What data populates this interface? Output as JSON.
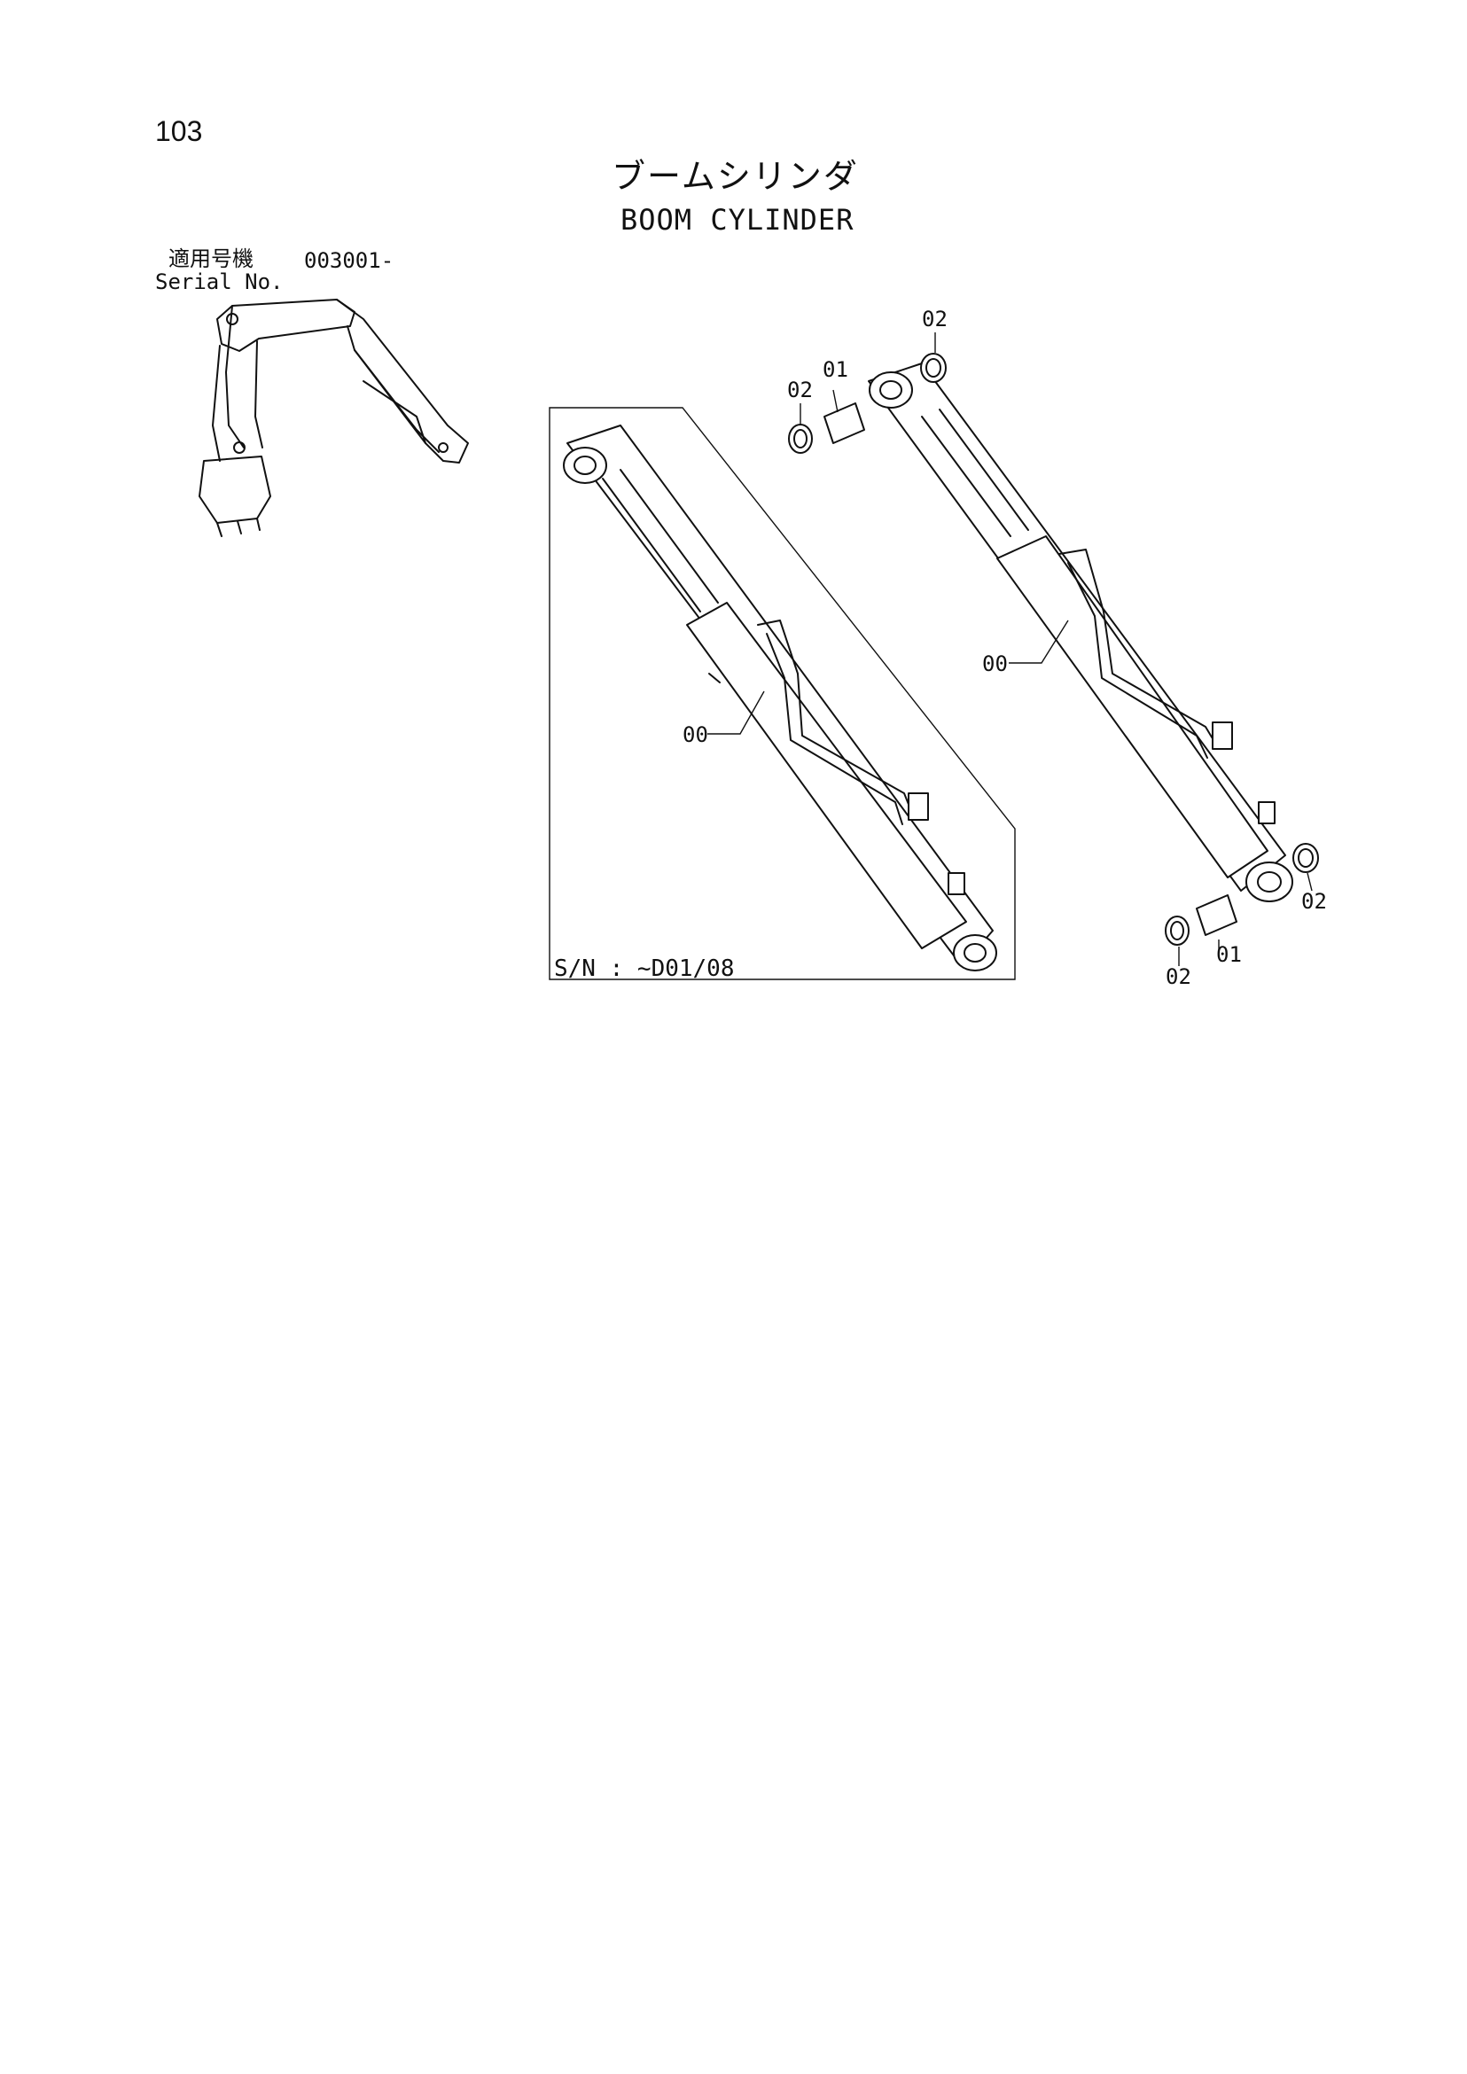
{
  "page_number": "103",
  "title_ja": "ブームシリンダ",
  "title_en": "BOOM CYLINDER",
  "serial": {
    "label_ja": "適用号機",
    "number": "003001-",
    "label_en": "Serial No."
  },
  "inset": {
    "sn_range": "S/N : ~D01/08"
  },
  "callouts": {
    "left_00": "00",
    "right_00": "00",
    "top_01": "01",
    "top_02_left": "02",
    "top_02_right": "02",
    "bottom_01": "01",
    "bottom_02_left": "02",
    "bottom_02_right": "02"
  }
}
